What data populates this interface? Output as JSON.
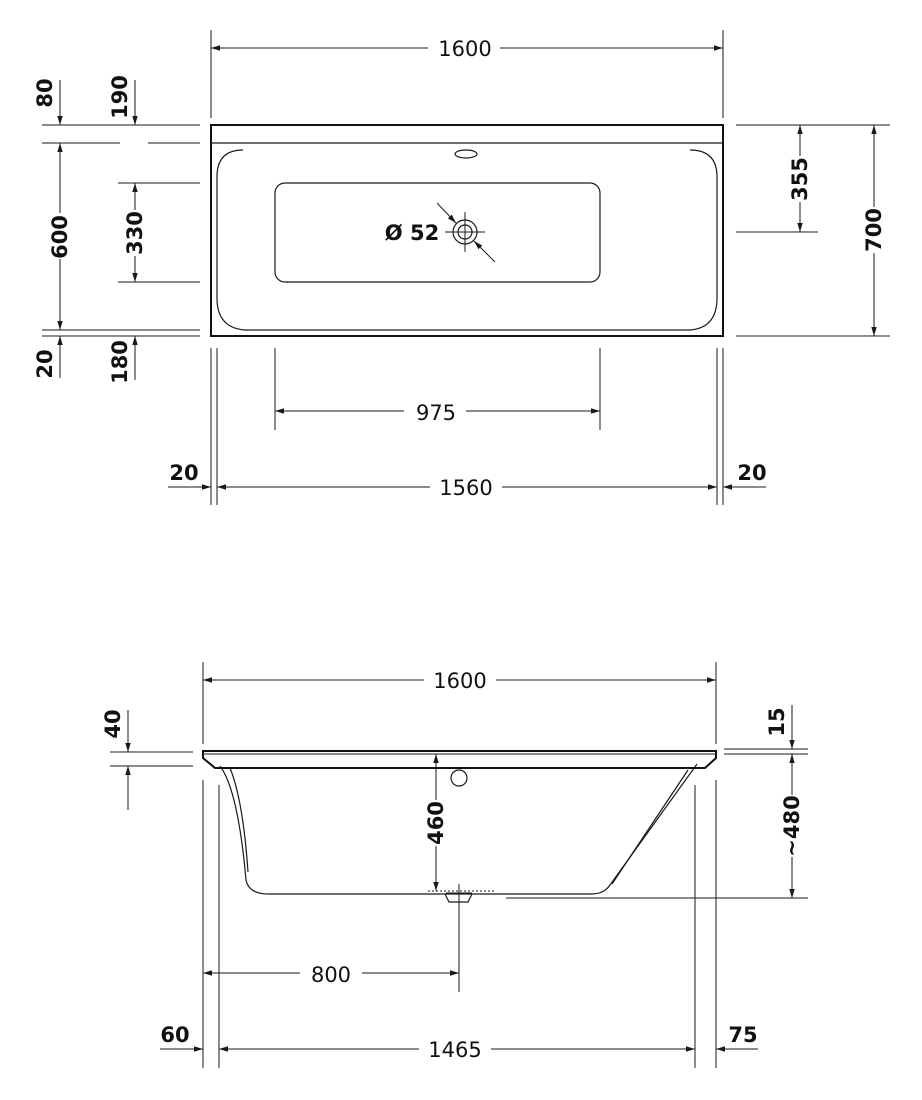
{
  "top_view": {
    "overall_length": "1600",
    "overall_width": "700",
    "rim_top": "80",
    "rim_190": "190",
    "inner_width": "600",
    "bottom_width": "330",
    "rim_bottom": "20",
    "rim_180": "180",
    "drain_offset": "355",
    "drain_diameter": "Ø 52",
    "bottom_length": "975",
    "inner_length": "1560",
    "side_left": "20",
    "side_right": "20"
  },
  "side_view": {
    "overall_length": "1600",
    "rim_height": "40",
    "rim_15": "15",
    "depth": "460",
    "total_height": "~480",
    "drain_position": "800",
    "base_length": "1465",
    "offset_left": "60",
    "offset_right": "75"
  },
  "colors": {
    "line": "#1a1a1a",
    "text": "#111111",
    "background": "#ffffff"
  }
}
